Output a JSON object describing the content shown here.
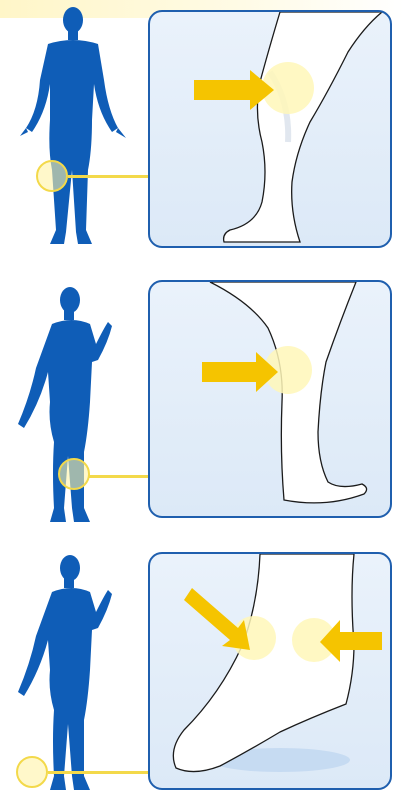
{
  "diagram": {
    "rows": [
      {
        "region": "knee",
        "arrows": 1
      },
      {
        "region": "knee",
        "arrows": 1
      },
      {
        "region": "ankle",
        "arrows": 2
      }
    ],
    "colors": {
      "silhouette": "#0f5db7",
      "panel_border": "#1f5fae",
      "panel_fill": "#e3eefa",
      "highlight": "#fff3a6",
      "arrow": "#f5c400",
      "connector": "#f3d94a",
      "skin_outline": "#1b1b1b"
    }
  }
}
